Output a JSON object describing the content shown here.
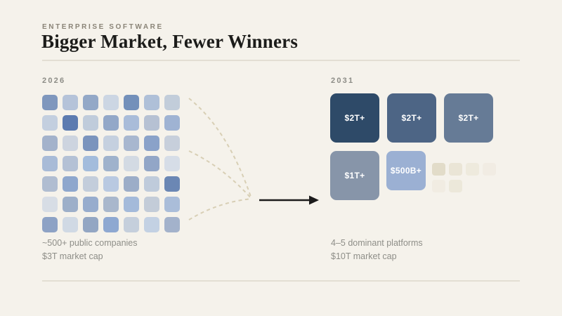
{
  "header": {
    "kicker": "ENTERPRISE SOFTWARE",
    "title": "Bigger Market, Fewer Winners"
  },
  "left": {
    "year": "2026",
    "caption": [
      "~500+ public companies",
      "$3T market cap"
    ],
    "grid_colors": [
      "#7f97bd",
      "#b5c3d9",
      "#93a8c7",
      "#ccd6e3",
      "#7390ba",
      "#afc0d8",
      "#c2cdda",
      "#c3cfdf",
      "#5c7bb0",
      "#c0ccdb",
      "#93a8c8",
      "#a9bcd9",
      "#b6c1d3",
      "#9fb3d3",
      "#a3b2cb",
      "#cdd4df",
      "#7b94bd",
      "#c5d0df",
      "#a8b7cf",
      "#8aa2c9",
      "#c7cfdb",
      "#a8bbd7",
      "#b4c1d5",
      "#a3bcdc",
      "#9fb2cc",
      "#d3dae3",
      "#92a6c7",
      "#d6dde7",
      "#b0bdd1",
      "#8ea7cd",
      "#c3cddb",
      "#b9c9e1",
      "#9cadc8",
      "#bfcbdb",
      "#6b87b4",
      "#d7dde5",
      "#9dafc9",
      "#97accd",
      "#a9b7cc",
      "#a4bada",
      "#c3ccd8",
      "#aabdd9",
      "#8da2c5",
      "#d0d9e4",
      "#93a6c3",
      "#8ea8d1",
      "#c5cfdc",
      "#c3d1e3",
      "#a3b2cb"
    ]
  },
  "connector": {
    "dash_color": "#d8cfb5",
    "arrow_color": "#1b1b1b"
  },
  "right": {
    "year": "2031",
    "caption": [
      "4–5 dominant platforms",
      "$10T market cap"
    ],
    "platforms": [
      {
        "label": "$2T+",
        "color": "#2e4a68"
      },
      {
        "label": "$2T+",
        "color": "#4d6585"
      },
      {
        "label": "$2T+",
        "color": "#667b96"
      },
      {
        "label": "$1T+",
        "color": "#8795a9"
      },
      {
        "label": "$500B+",
        "color": "#9bb0d3"
      }
    ],
    "ghost_colors": [
      "#e2dcc9",
      "#eae5d6",
      "#eeeadd",
      "#f1ece3",
      "#f1ece2",
      "#ece8da"
    ]
  },
  "colors": {
    "background": "#f5f2eb",
    "rule": "#e3ded3",
    "kicker_text": "#8a8477",
    "title_text": "#1c1c1a",
    "label_text": "#8c8c86",
    "caption_text": "#8e8e88"
  }
}
